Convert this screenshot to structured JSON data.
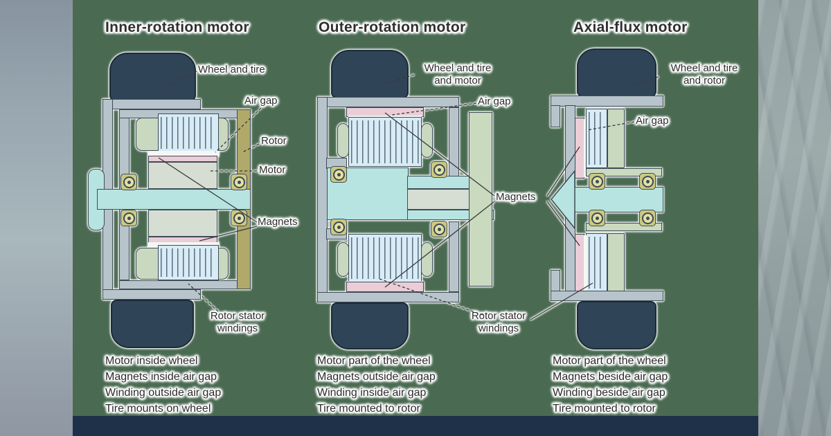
{
  "colors": {
    "background": "#4a6b52",
    "side_bars": "#9aa8ab",
    "tire": "#2f4457",
    "wheel_frame": "#b8c4cc",
    "winding": "#d8ecf7",
    "end_winding_green": "#c9d9c0",
    "magnet_pink": "#eacdd6",
    "rotor_gray": "#d6ded4",
    "axle_cyan": "#b7e4e0",
    "rotor_olive": "#b1a96a",
    "bearing_olive": "#cbc981",
    "support_green": "#c9dabf",
    "bottom_bar_navy": "#1e3148",
    "text": "#2a2a2a"
  },
  "panels": [
    {
      "title": "Inner-rotation motor",
      "labels": {
        "wheel": [
          "Wheel and tire"
        ],
        "air_gap": "Air gap",
        "rotor": "Rotor",
        "motor": "Motor",
        "magnets": "Magnets",
        "windings": [
          "Rotor stator",
          "windings"
        ]
      },
      "summary": [
        "Motor inside wheel",
        "Magnets inside air gap",
        "Winding outside air gap",
        "Tire mounts on wheel"
      ]
    },
    {
      "title": "Outer-rotation motor",
      "labels": {
        "wheel": [
          "Wheel and tire",
          "and motor"
        ],
        "air_gap": "Air gap"
      },
      "summary": [
        "Motor part of the wheel",
        "Magnets outside air gap",
        "Winding inside air gap",
        "Tire mounted to rotor"
      ]
    },
    {
      "title": "Axial-flux motor",
      "labels": {
        "wheel": [
          "Wheel and tire",
          "and rotor"
        ],
        "air_gap": "Air gap"
      },
      "summary": [
        "Motor part of the wheel",
        "Magnets beside air gap",
        "Winding beside air gap",
        "Tire mounted to rotor"
      ]
    }
  ],
  "shared_labels": {
    "magnets": "Magnets",
    "windings": [
      "Rotor stator",
      "windings"
    ]
  }
}
